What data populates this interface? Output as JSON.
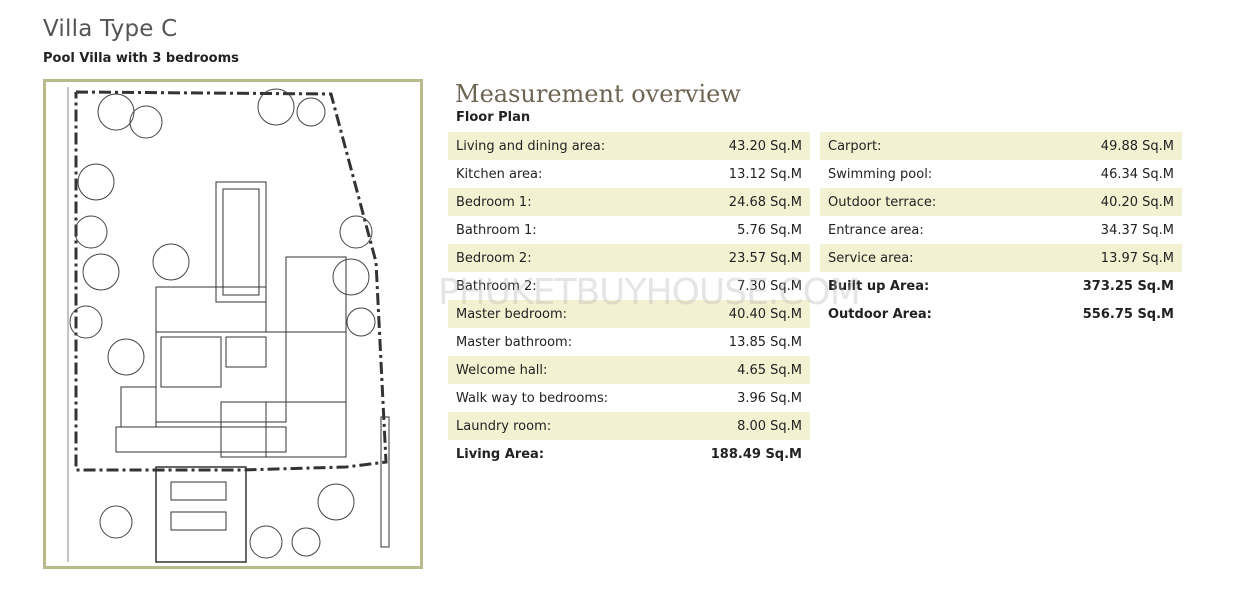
{
  "header": {
    "title": "Villa Type C",
    "subtitle": "Pool Villa with 3 bedrooms"
  },
  "measurements": {
    "title": "Measurement overview",
    "floor_label": "Floor Plan",
    "left_rows": [
      {
        "label": "Living and dining area:",
        "value": "43.20 Sq.M"
      },
      {
        "label": "Kitchen area:",
        "value": "13.12 Sq.M"
      },
      {
        "label": "Bedroom 1:",
        "value": "24.68 Sq.M"
      },
      {
        "label": "Bathroom 1:",
        "value": "5.76 Sq.M"
      },
      {
        "label": "Bedroom 2:",
        "value": "23.57 Sq.M"
      },
      {
        "label": "Bathroom 2:",
        "value": "7.30 Sq.M"
      },
      {
        "label": "Master bedroom:",
        "value": "40.40 Sq.M"
      },
      {
        "label": "Master bathroom:",
        "value": "13.85 Sq.M"
      },
      {
        "label": "Welcome hall:",
        "value": "4.65 Sq.M"
      },
      {
        "label": "Walk way to bedrooms:",
        "value": "3.96 Sq.M"
      },
      {
        "label": "Laundry room:",
        "value": "8.00 Sq.M"
      },
      {
        "label": "Living Area:",
        "value": "188.49 Sq.M"
      }
    ],
    "right_rows": [
      {
        "label": "Carport:",
        "value": "49.88 Sq.M"
      },
      {
        "label": "Swimming pool:",
        "value": "46.34 Sq.M"
      },
      {
        "label": "Outdoor terrace:",
        "value": "40.20 Sq.M"
      },
      {
        "label": "Entrance area:",
        "value": "34.37 Sq.M"
      },
      {
        "label": "Service area:",
        "value": "13.97 Sq.M"
      },
      {
        "label": "Built up Area:",
        "value": "373.25 Sq.M"
      },
      {
        "label": "Outdoor Area:",
        "value": "556.75 Sq.M"
      }
    ]
  },
  "watermark": "PHUKETBUYHOUSE.COM"
}
